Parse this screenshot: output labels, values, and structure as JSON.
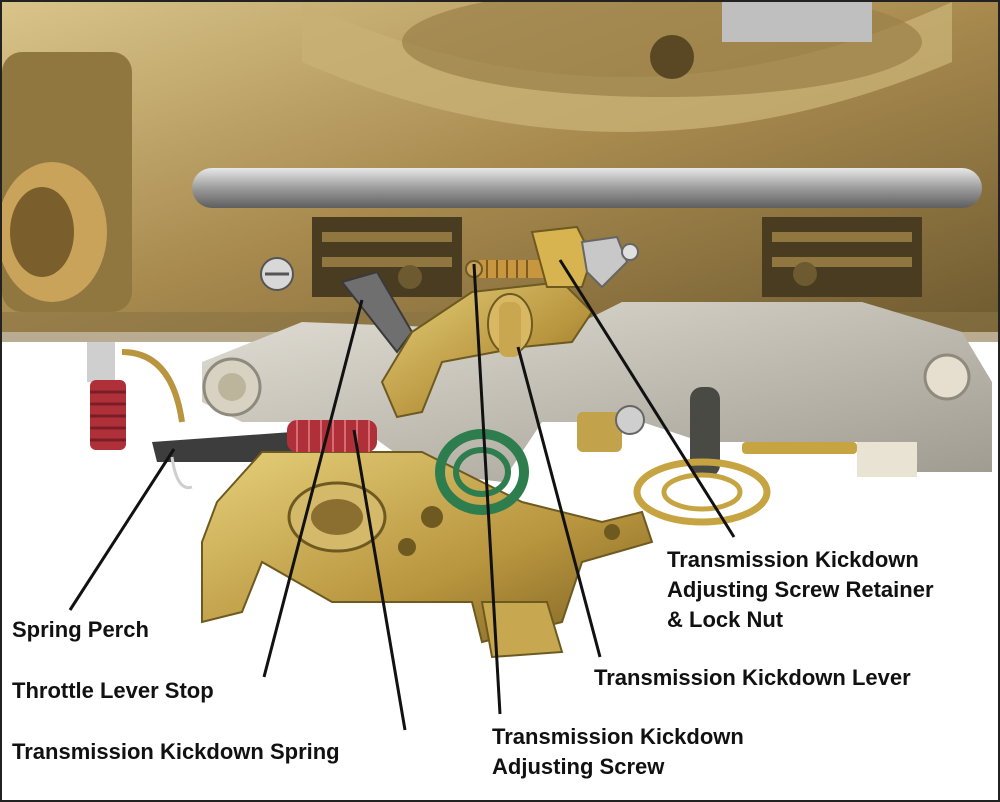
{
  "labels": {
    "spring_perch": "Spring Perch",
    "throttle_lever_stop": "Throttle Lever Stop",
    "kickdown_spring": "Transmission Kickdown Spring",
    "adjusting_screw_line1": "Transmission Kickdown",
    "adjusting_screw_line2": "Adjusting Screw",
    "kickdown_lever": "Transmission Kickdown Lever",
    "retainer_line1": "Transmission Kickdown",
    "retainer_line2": "Adjusting Screw Retainer",
    "retainer_line3": "& Lock Nut"
  },
  "colors": {
    "brass": "#b89a5a",
    "brass_dark": "#7a6233",
    "steel": "#a9a9a9",
    "aluminum": "#c9c6bd",
    "spring_red": "#b0303a",
    "spring_green": "#2e7d4f",
    "callout_line": "#111111"
  }
}
